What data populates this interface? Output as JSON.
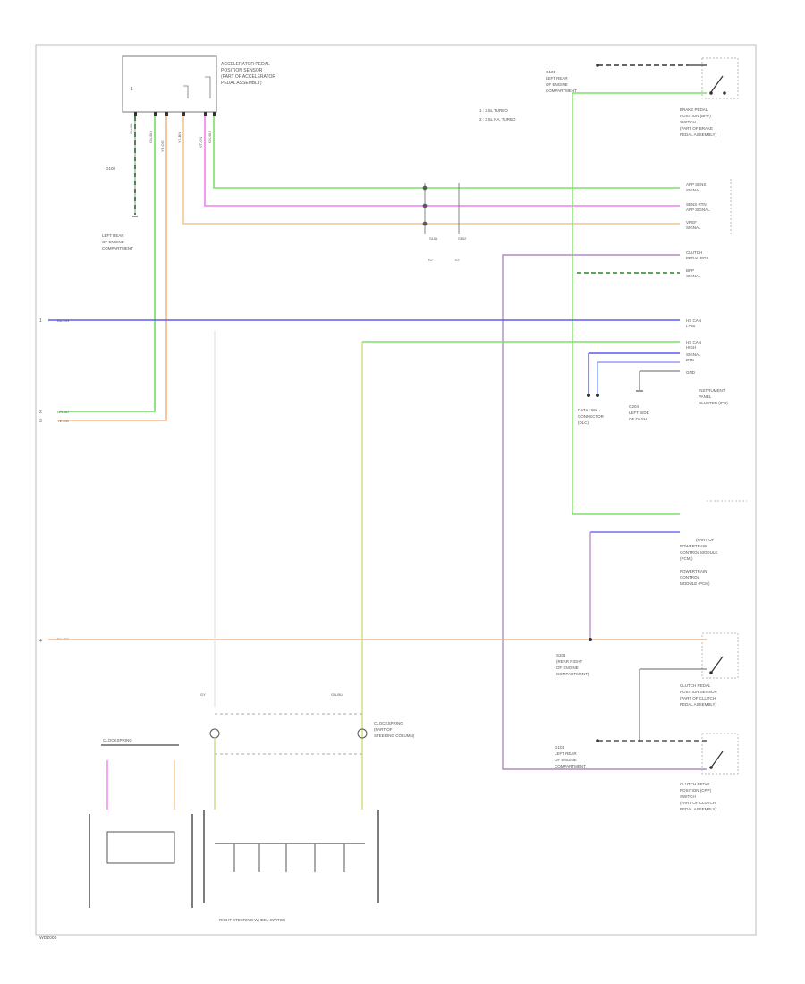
{
  "diagram": {
    "top_module": {
      "lines": [
        "ACCELERATOR PEDAL",
        "POSITION SENSOR",
        "(PART OF ACCELERATOR",
        "PEDAL ASSEMBLY)"
      ]
    },
    "ground_g100": {
      "lines": [
        "G100",
        "LEFT REAR",
        "OF ENGINE",
        "COMPARTMENT"
      ]
    },
    "legend": [
      "1 : 3.5L TURBO",
      "2 : 3.5L NA, TURBO"
    ],
    "left_numbers": [
      "1",
      "2",
      "3",
      "4"
    ],
    "top_right_switch": {
      "lines": [
        "BRAKE PEDAL",
        "POSITION (BPP)",
        "SWITCH",
        "(PART OF BRAKE",
        "PEDAL ASSEMBLY)"
      ]
    },
    "ground_g101_top": {
      "lines": [
        "G101",
        "LEFT REAR",
        "OF ENGINE",
        "COMPARTMENT"
      ]
    },
    "right_terminals_top": [
      "APP SENS",
      "SIGNAL",
      "SENS RTN",
      "APP SIGNAL",
      "VREF",
      "SIGNAL"
    ],
    "ipc_block": {
      "pins": [
        "CLUTCH",
        "PEDAL POS",
        "BPP",
        "SIGNAL",
        "HS CAN",
        "LOW",
        "HS CAN",
        "HIGH",
        "SIGNAL",
        "RTN",
        "GND"
      ],
      "name_lines": [
        "INSTRUMENT",
        "PANEL",
        "CLUSTER (IPC)"
      ]
    },
    "data_link": {
      "lines": [
        "DATA LINK",
        "CONNECTOR",
        "(DLC)"
      ]
    },
    "ground_g204": {
      "lines": [
        "G204",
        "LEFT SIDE",
        "OF DASH"
      ]
    },
    "pcm_block": {
      "name_lines": [
        "(PART OF",
        "POWERTRAIN",
        "CONTROL MODULE",
        "(PCM))",
        "POWERTRAIN",
        "CONTROL",
        "MODULE (PCM)"
      ]
    },
    "clutch_sensor": {
      "lines": [
        "CLUTCH PEDAL",
        "POSITION SENSOR",
        "(PART OF CLUTCH",
        "PEDAL ASSEMBLY)"
      ]
    },
    "clutch_switch": {
      "lines": [
        "CLUTCH PEDAL",
        "POSITION (CPP)",
        "SWITCH",
        "(PART OF CLUTCH",
        "PEDAL ASSEMBLY)"
      ]
    },
    "ground_g101_bottom": {
      "lines": [
        "G101",
        "LEFT REAR",
        "OF ENGINE",
        "COMPARTMENT"
      ]
    },
    "splice": {
      "lines": [
        "S201",
        "(REAR RIGHT",
        "OF ENGINE",
        "COMPARTMENT)"
      ]
    },
    "clockspring": {
      "title": "CLOCKSPRING",
      "lines": [
        "CLOCKSPRING",
        "(PART OF",
        "STEERING COLUMN)"
      ]
    },
    "steering_switch": {
      "label": "RIGHT STEERING WHEEL SWITCH"
    },
    "footer": "WD2005"
  }
}
